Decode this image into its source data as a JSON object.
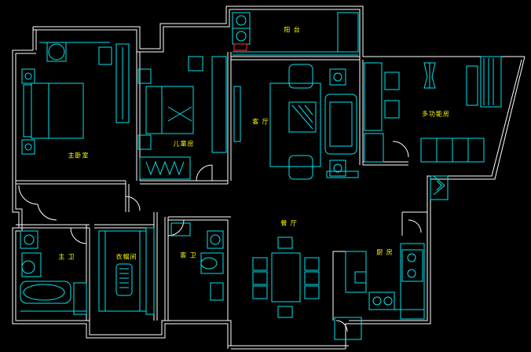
{
  "colors": {
    "background": "#000000",
    "wall": "#ffffff",
    "furniture": "#00e5ee",
    "label": "#ffff00",
    "accent": "#ff3030"
  },
  "rooms": {
    "balcony": "阳 台",
    "master_bedroom": "主卧室",
    "kids_room": "儿童房",
    "living_room": "客 厅",
    "multifunction_room": "多功能房",
    "dining_room": "餐 厅",
    "master_bath": "主 卫",
    "walk_in_closet": "衣帽间",
    "guest_bath": "客 卫",
    "kitchen": "厨 房"
  }
}
